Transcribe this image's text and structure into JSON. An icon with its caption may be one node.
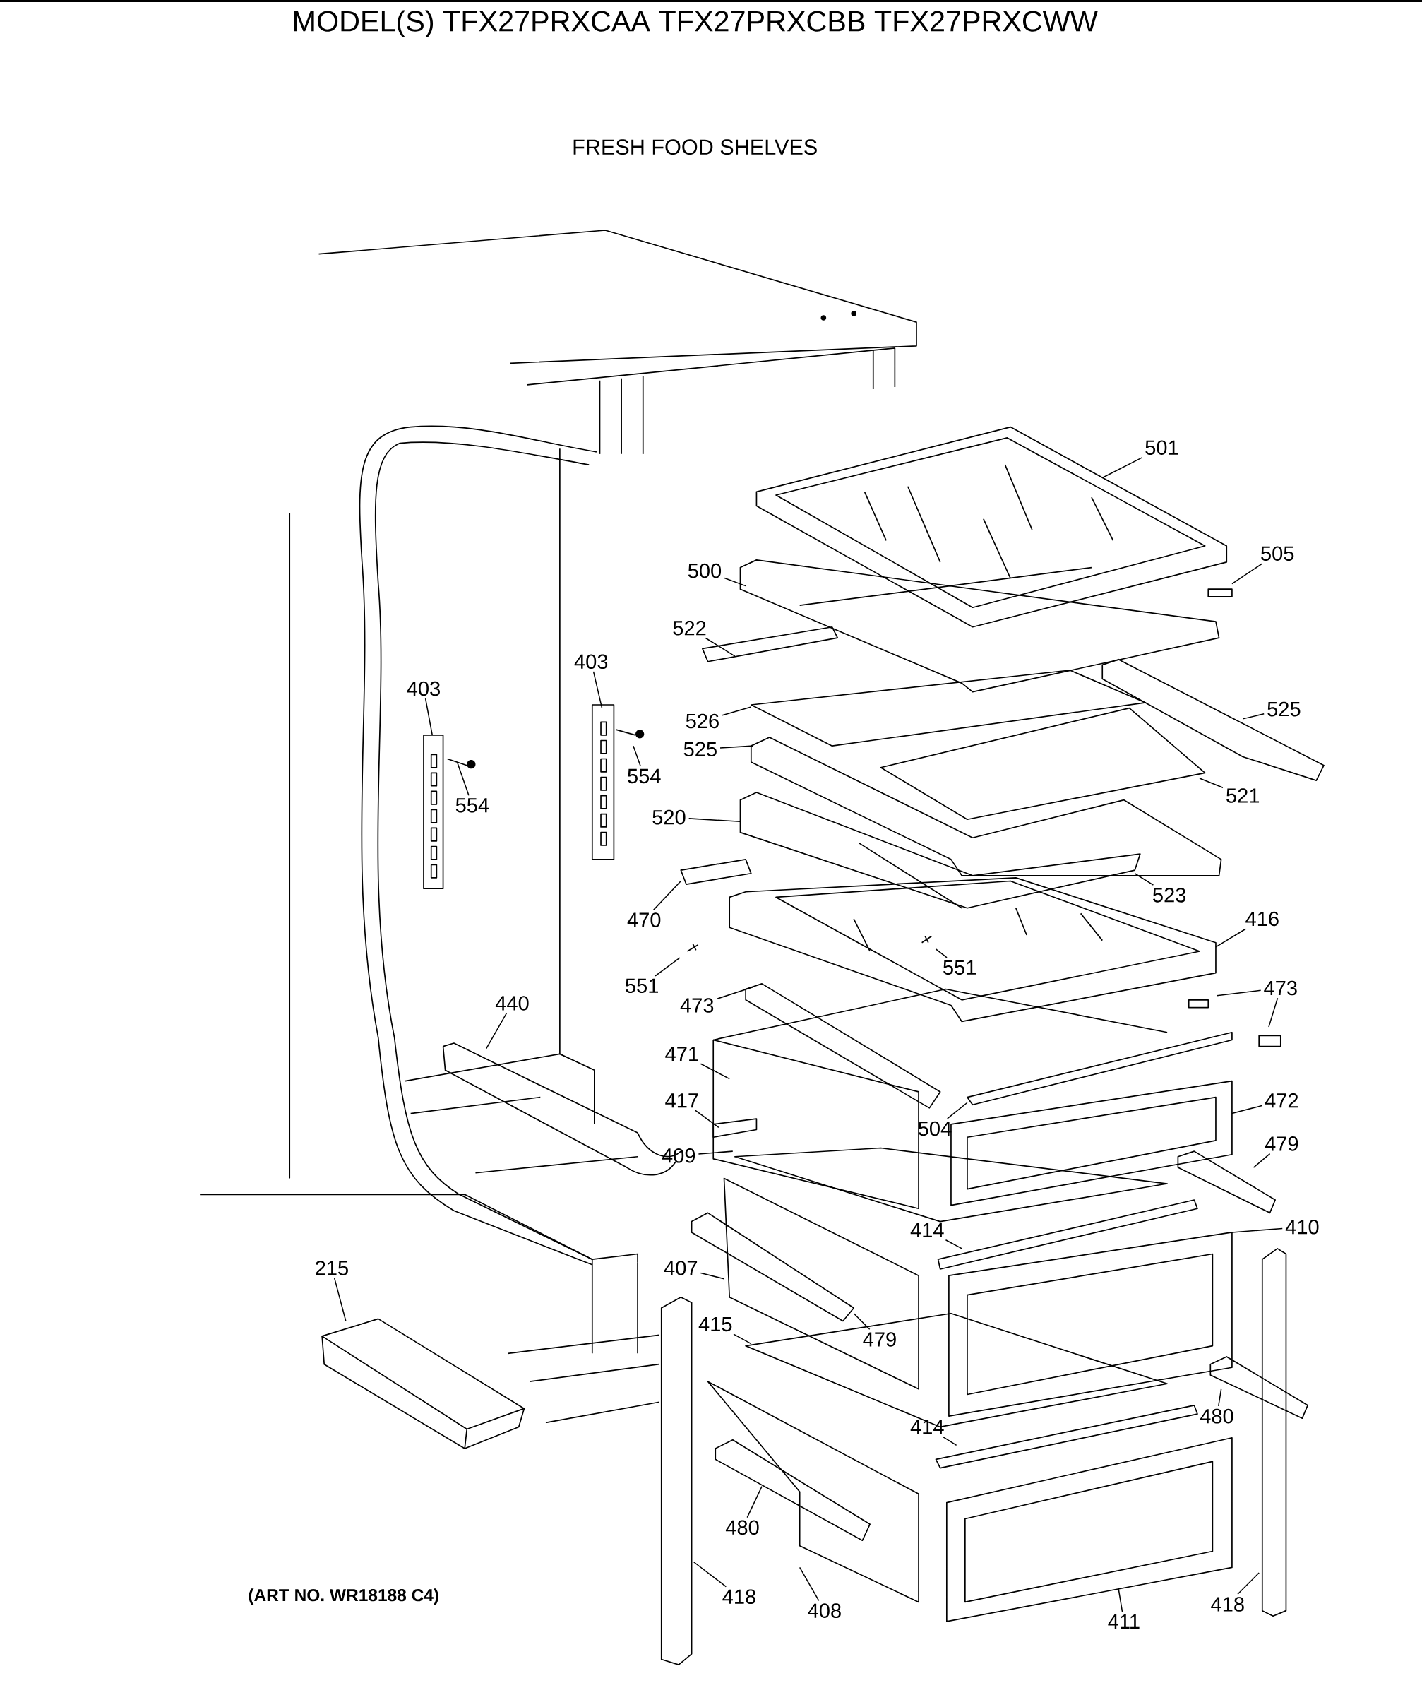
{
  "diagram": {
    "title": "MODEL(S) TFX27PRXCAA  TFX27PRXCBB  TFX27PRXCWW",
    "nodes": [
      {
        "text": [
          "501"
        ]
      },
      {
        "text": [
          "505"
        ]
      },
      {
        "text": [
          "500"
        ]
      },
      {
        "text": [
          "522"
        ]
      },
      {
        "text": [
          "403"
        ]
      },
      {
        "text": [
          "403"
        ]
      },
      {
        "text": [
          "526"
        ]
      },
      {
        "text": [
          "525"
        ]
      },
      {
        "text": [
          "525"
        ]
      },
      {
        "text": [
          "554"
        ]
      },
      {
        "text": [
          "554"
        ]
      },
      {
        "text": [
          "521"
        ]
      },
      {
        "text": [
          "520"
        ]
      },
      {
        "text": [
          "523"
        ]
      },
      {
        "text": [
          "470"
        ]
      },
      {
        "text": [
          "416"
        ]
      },
      {
        "text": [
          "551"
        ]
      },
      {
        "text": [
          "551"
        ]
      },
      {
        "text": [
          "473"
        ]
      },
      {
        "text": [
          "473"
        ]
      },
      {
        "text": [
          "440"
        ]
      },
      {
        "text": [
          "471"
        ]
      },
      {
        "text": [
          "472"
        ]
      },
      {
        "text": [
          "417"
        ]
      },
      {
        "text": [
          "504"
        ]
      },
      {
        "text": [
          "409"
        ]
      },
      {
        "text": [
          "479"
        ]
      },
      {
        "text": [
          "414"
        ]
      },
      {
        "text": [
          "410"
        ]
      },
      {
        "text": [
          "407"
        ]
      },
      {
        "text": [
          "215"
        ]
      },
      {
        "text": [
          "479"
        ]
      },
      {
        "text": [
          "415"
        ]
      },
      {
        "text": [
          "480"
        ]
      },
      {
        "text": [
          "414"
        ]
      },
      {
        "text": [
          "480"
        ]
      },
      {
        "text": [
          "418"
        ]
      },
      {
        "text": [
          "408"
        ]
      },
      {
        "text": [
          "411"
        ]
      },
      {
        "text": [
          "418"
        ]
      }
    ],
    "edges": [
      {
        "from": 0,
        "to": null,
        "arrow": "none"
      },
      {
        "from": 1,
        "to": null,
        "arrow": "none"
      },
      {
        "from": 2,
        "to": null,
        "arrow": "none"
      },
      {
        "from": 3,
        "to": null,
        "arrow": "none"
      },
      {
        "from": 4,
        "to": null,
        "arrow": "none"
      },
      {
        "from": 5,
        "to": null,
        "arrow": "none"
      },
      {
        "from": 6,
        "to": null,
        "arrow": "none"
      },
      {
        "from": 7,
        "to": null,
        "arrow": "none"
      },
      {
        "from": 8,
        "to": null,
        "arrow": "none"
      },
      {
        "from": 9,
        "to": null,
        "arrow": "none"
      },
      {
        "from": 10,
        "to": null,
        "arrow": "none"
      },
      {
        "from": 11,
        "to": null,
        "arrow": "none"
      },
      {
        "from": 12,
        "to": null,
        "arrow": "none"
      },
      {
        "from": 13,
        "to": null,
        "arrow": "none"
      },
      {
        "from": 14,
        "to": null,
        "arrow": "none"
      },
      {
        "from": 15,
        "to": null,
        "arrow": "none"
      },
      {
        "from": 16,
        "to": null,
        "arrow": "none"
      },
      {
        "from": 17,
        "to": null,
        "arrow": "none"
      },
      {
        "from": 18,
        "to": null,
        "arrow": "none"
      },
      {
        "from": 19,
        "to": null,
        "arrow": "none"
      },
      {
        "from": 19,
        "to": null,
        "arrow": "none"
      },
      {
        "from": 20,
        "to": null,
        "arrow": "none"
      },
      {
        "from": 21,
        "to": null,
        "arrow": "none"
      },
      {
        "from": 22,
        "to": null,
        "arrow": "none"
      },
      {
        "from": 23,
        "to": null,
        "arrow": "none"
      },
      {
        "from": 24,
        "to": null,
        "arrow": "none"
      },
      {
        "from": 25,
        "to": null,
        "arrow": "none"
      },
      {
        "from": 26,
        "to": null,
        "arrow": "none"
      },
      {
        "from": 27,
        "to": null,
        "arrow": "none"
      },
      {
        "from": 28,
        "to": null,
        "arrow": "none"
      },
      {
        "from": 29,
        "to": null,
        "arrow": "none"
      },
      {
        "from": 30,
        "to": null,
        "arrow": "none"
      },
      {
        "from": 31,
        "to": null,
        "arrow": "none"
      },
      {
        "from": 32,
        "to": null,
        "arrow": "none"
      },
      {
        "from": 33,
        "to": null,
        "arrow": "none"
      },
      {
        "from": 34,
        "to": null,
        "arrow": "none"
      },
      {
        "from": 35,
        "to": null,
        "arrow": "none"
      },
      {
        "from": 36,
        "to": null,
        "arrow": "none"
      },
      {
        "from": 37,
        "to": null,
        "arrow": "none"
      },
      {
        "from": 38,
        "to": null,
        "arrow": "none"
      },
      {
        "from": 39,
        "to": null,
        "arrow": "none"
      }
    ],
    "labels": [
      "FRESH FOOD SHELVES",
      "(ART NO. WR18188 C4)"
    ]
  }
}
